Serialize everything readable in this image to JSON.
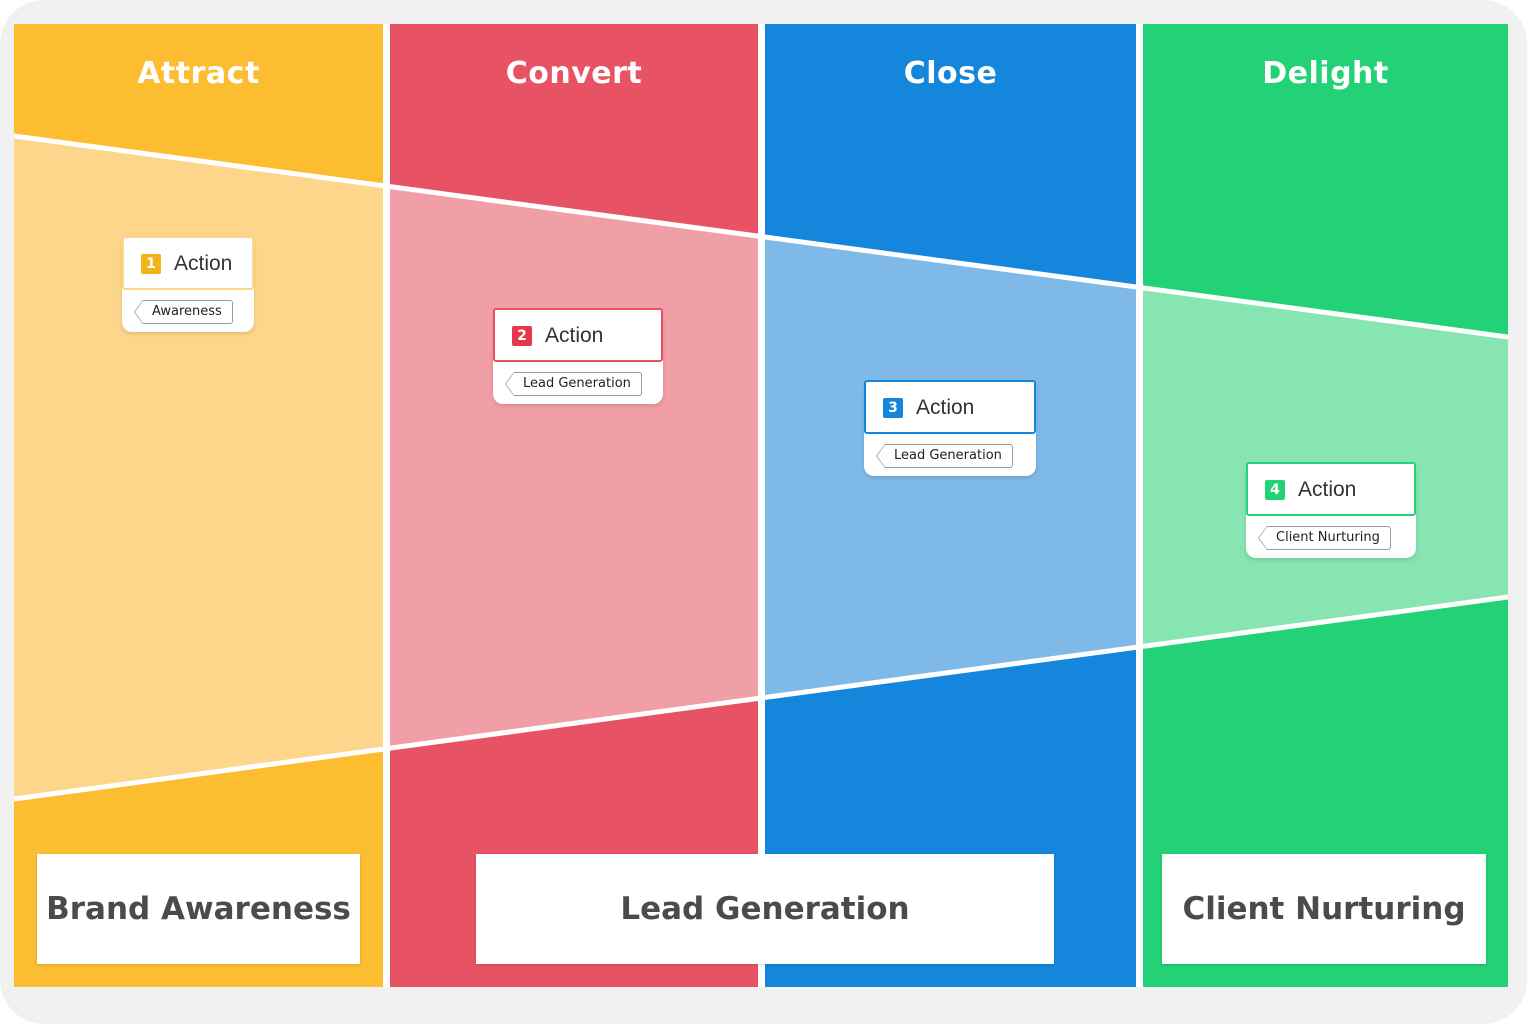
{
  "columns": [
    {
      "title": "Attract",
      "color": "#fdbd31",
      "light": "#fdd68b"
    },
    {
      "title": "Convert",
      "color": "#e85265",
      "light": "#f19fa7"
    },
    {
      "title": "Close",
      "color": "#1487dc",
      "light": "#7fb9e8"
    },
    {
      "title": "Delight",
      "color": "#23d176",
      "light": "#86e5b0"
    }
  ],
  "cards": [
    {
      "number": "1",
      "label": "Action",
      "tag": "Awareness"
    },
    {
      "number": "2",
      "label": "Action",
      "tag": "Lead Generation"
    },
    {
      "number": "3",
      "label": "Action",
      "tag": "Lead Generation"
    },
    {
      "number": "4",
      "label": "Action",
      "tag": "Client Nurturing"
    }
  ],
  "results": [
    {
      "label": "Brand Awareness"
    },
    {
      "label": "Lead Generation"
    },
    {
      "label": "Client Nurturing"
    }
  ]
}
